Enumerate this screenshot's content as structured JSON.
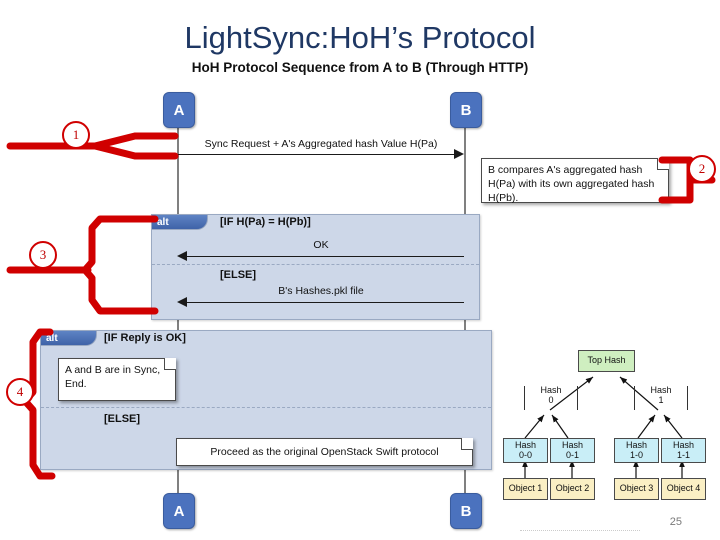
{
  "slide": {
    "title": "LightSync:HoH’s Protocol",
    "diagram_title": "HoH Protocol Sequence from A to B (Through HTTP)",
    "page_number": "25",
    "accent_blue": "#4B72BE",
    "annotation_red": "#D00000",
    "frame_fill": "#CDD7E8"
  },
  "sequence": {
    "actors": [
      {
        "name": "A",
        "label": "A"
      },
      {
        "name": "B",
        "label": "B"
      }
    ],
    "actors_bottom": [
      {
        "name": "A",
        "label": "A"
      },
      {
        "name": "B",
        "label": "B"
      }
    ],
    "messages": [
      {
        "id": "m1",
        "label": "Sync Request + A's Aggregated hash Value H(Pa)",
        "direction": "right"
      },
      {
        "id": "m2",
        "label": "OK",
        "direction": "left"
      },
      {
        "id": "m3",
        "label": "B's Hashes.pkl file",
        "direction": "left"
      }
    ],
    "notes": [
      {
        "id": "n1",
        "text": "B compares A's aggregated hash H(Pa) with its own aggregated hash H(Pb)."
      },
      {
        "id": "n2",
        "text": "A and B are in Sync, End."
      },
      {
        "id": "n3",
        "text": "Proceed as the original OpenStack Swift protocol"
      }
    ],
    "alt_blocks": [
      {
        "id": "alt1",
        "tag": "alt",
        "if_condition": "[IF H(Pa) = H(Pb)]",
        "else_condition": "[ELSE]"
      },
      {
        "id": "alt2",
        "tag": "alt",
        "if_condition": "[IF Reply is OK]",
        "else_condition": "[ELSE]"
      }
    ]
  },
  "annotations": [
    {
      "id": "a1",
      "number": "1"
    },
    {
      "id": "a2",
      "number": "2"
    },
    {
      "id": "a3",
      "number": "3"
    },
    {
      "id": "a4",
      "number": "4"
    }
  ],
  "merkle_tree": {
    "top": {
      "label": "Top Hash"
    },
    "level1": [
      {
        "line1": "Hash",
        "line2": "0"
      },
      {
        "line1": "Hash",
        "line2": "1"
      }
    ],
    "level2": [
      {
        "line1": "Hash",
        "line2": "0-0"
      },
      {
        "line1": "Hash",
        "line2": "0-1"
      },
      {
        "line1": "Hash",
        "line2": "1-0"
      },
      {
        "line1": "Hash",
        "line2": "1-1"
      }
    ],
    "objects": [
      {
        "label": "Object 1"
      },
      {
        "label": "Object 2"
      },
      {
        "label": "Object 3"
      },
      {
        "label": "Object 4"
      }
    ]
  }
}
